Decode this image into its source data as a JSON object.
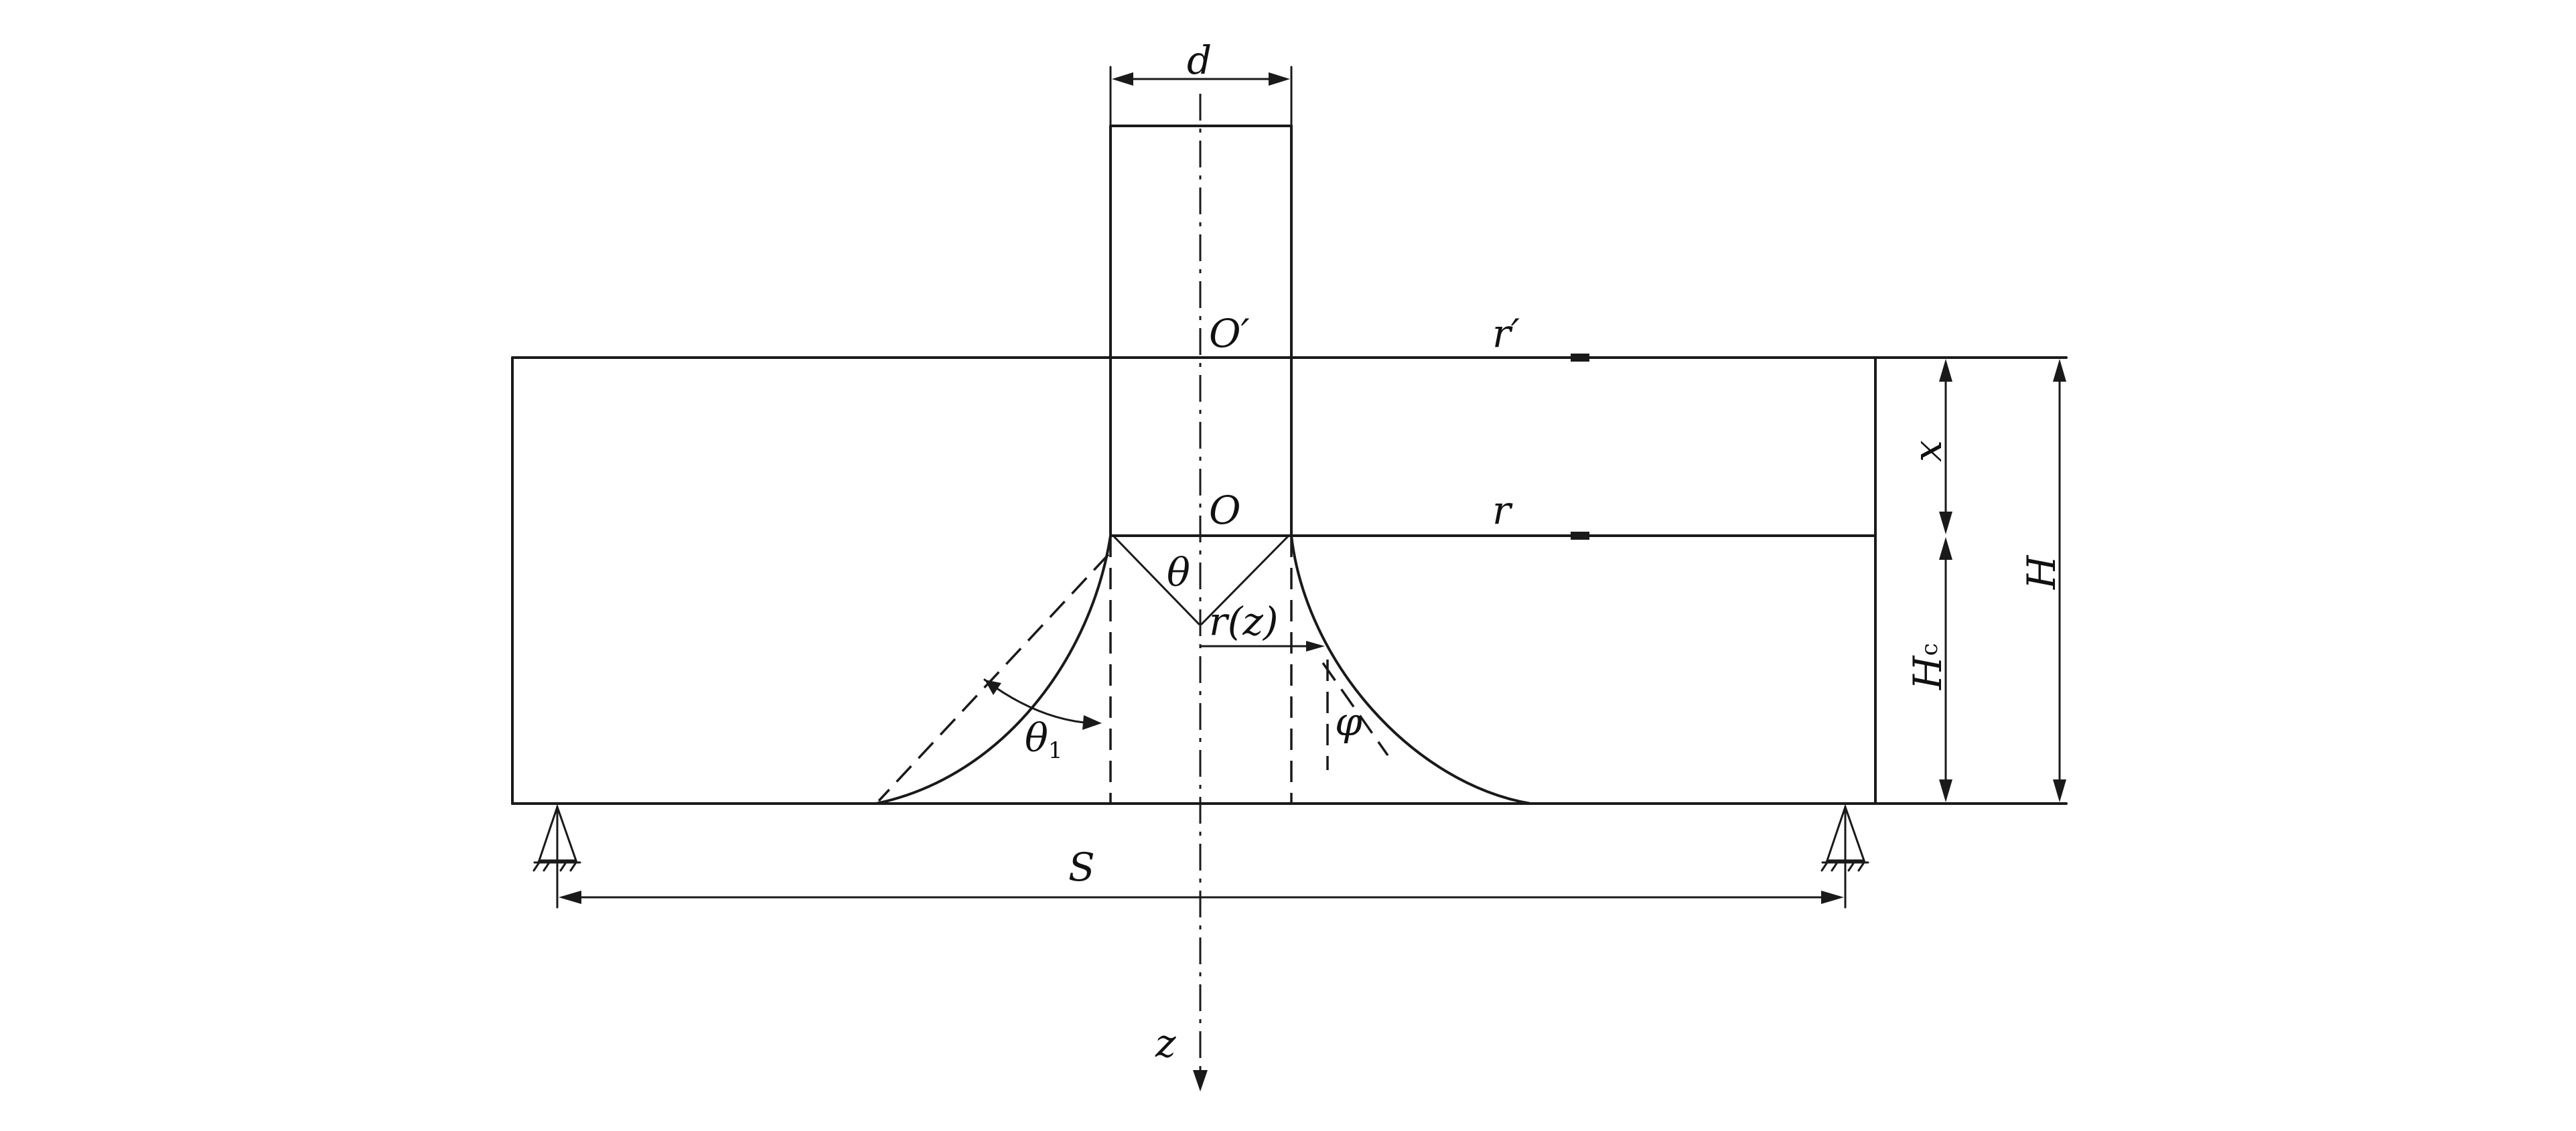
{
  "labels": {
    "d": "d",
    "o_prime": "O′",
    "o": "O",
    "r_prime": "r′",
    "r": "r",
    "x": "x",
    "h": "H",
    "h_c_main": "H",
    "h_c_sub": "c",
    "theta": "θ",
    "r_z": "r(z)",
    "theta1_main": "θ",
    "theta1_sub": "1",
    "phi": "φ",
    "s": "S",
    "z": "z"
  }
}
